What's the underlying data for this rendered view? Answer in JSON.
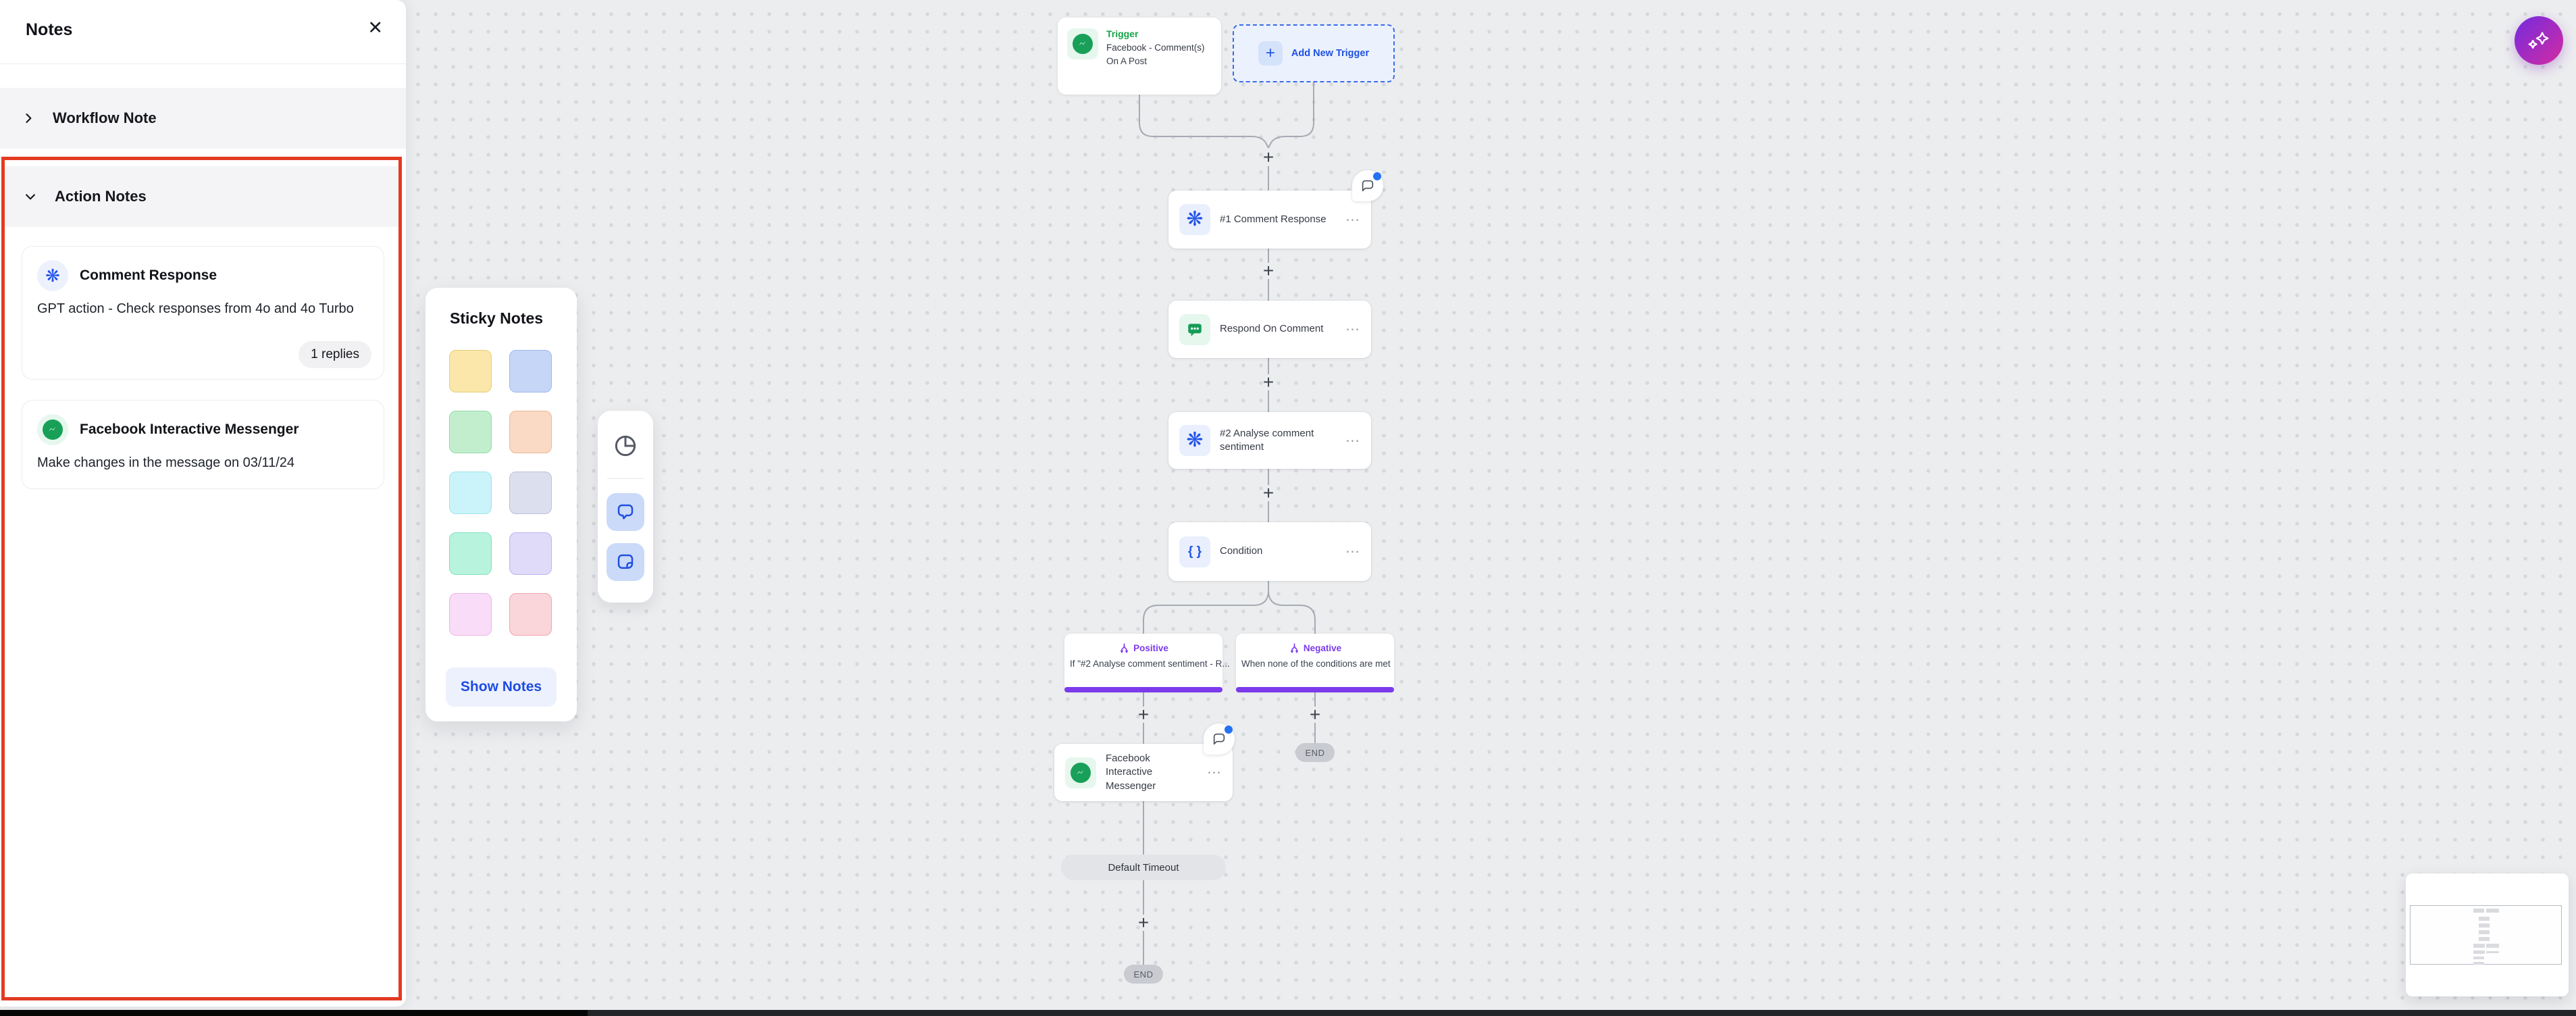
{
  "accent": {
    "blue": "#2353E8",
    "green": "#16A34A",
    "purple": "#7C3AED",
    "highlight_red": "#E23B22"
  },
  "icons": {
    "close": "✕",
    "ellipsis": "⋯",
    "plus": "+",
    "openai": "❋",
    "condition": "{ }"
  },
  "notes_panel": {
    "title": "Notes",
    "workflow_section": {
      "label": "Workflow Note"
    },
    "action_section": {
      "label": "Action Notes"
    },
    "cards": [
      {
        "icon": "openai-icon",
        "title": "Comment Response",
        "body": "GPT action - Check responses from 4o and 4o Turbo",
        "badge": "1 replies"
      },
      {
        "icon": "messenger-icon",
        "title": "Facebook Interactive Messenger",
        "body": "Make changes in the message on 03/11/24"
      }
    ]
  },
  "sticky_panel": {
    "title": "Sticky Notes",
    "button_label": "Show Notes",
    "swatches": [
      {
        "name": "yellow",
        "style": "background:#FAE7A9;border-color:#E8CF7E"
      },
      {
        "name": "blue",
        "style": "background:#C6D6F6;border-color:#9DB7EE"
      },
      {
        "name": "green",
        "style": "background:#C3EECE;border-color:#93DBAA"
      },
      {
        "name": "peach",
        "style": "background:#FADAC5;border-color:#EFB693"
      },
      {
        "name": "cyan",
        "style": "background:#CAF4F9;border-color:#9FE5EE"
      },
      {
        "name": "gray-lavender",
        "style": "background:#DCDFED;border-color:#BBC0DA"
      },
      {
        "name": "mint",
        "style": "background:#B7F3DD;border-color:#84E2C0"
      },
      {
        "name": "lilac",
        "style": "background:#DFDBF8;border-color:#BDB5F0"
      },
      {
        "name": "pink",
        "style": "background:#F9DCF7;border-color:#EDB5E9"
      },
      {
        "name": "rose",
        "style": "background:#FAD5D9;border-color:#F0A6AE"
      }
    ]
  },
  "workflow": {
    "trigger": {
      "tag": "Trigger",
      "title": "Facebook - Comment(s) On A Post"
    },
    "add_trigger_label": "Add New Trigger",
    "nodes": [
      {
        "label": "#1 Comment Response"
      },
      {
        "label": "Respond On Comment"
      },
      {
        "label": "#2 Analyse comment sentiment"
      },
      {
        "label": "Condition"
      }
    ],
    "positive": {
      "label": "Positive",
      "description": "If \"#2 Analyse comment sentiment - R..."
    },
    "negative": {
      "label": "Negative",
      "description": "When none of the conditions are met"
    },
    "fb_node": {
      "label": "Facebook Interactive Messenger"
    },
    "timeout_label": "Default Timeout",
    "end_label": "END"
  }
}
